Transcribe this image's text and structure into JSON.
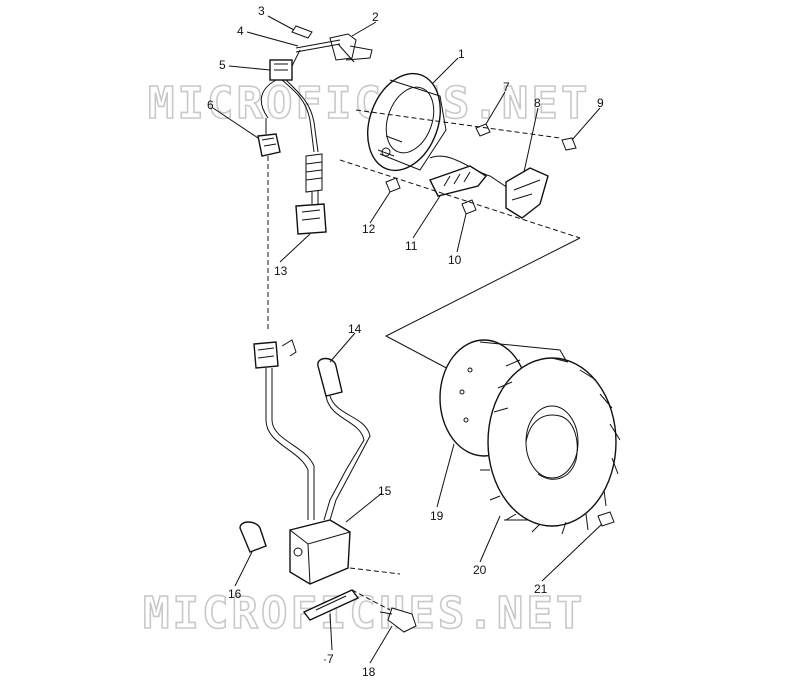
{
  "watermark": {
    "top": "MICROFICHES.NET",
    "bottom": "MICROFICHES.NET"
  },
  "callouts": [
    {
      "id": "1",
      "text": "1"
    },
    {
      "id": "2",
      "text": "2"
    },
    {
      "id": "3",
      "text": "3"
    },
    {
      "id": "4",
      "text": "4"
    },
    {
      "id": "5",
      "text": "5"
    },
    {
      "id": "6",
      "text": "6"
    },
    {
      "id": "7",
      "text": "7"
    },
    {
      "id": "8",
      "text": "8"
    },
    {
      "id": "9",
      "text": "9"
    },
    {
      "id": "10",
      "text": "10"
    },
    {
      "id": "11",
      "text": "11"
    },
    {
      "id": "12",
      "text": "12"
    },
    {
      "id": "13",
      "text": "13"
    },
    {
      "id": "14",
      "text": "14"
    },
    {
      "id": "15",
      "text": "15"
    },
    {
      "id": "16",
      "text": "16"
    },
    {
      "id": "17",
      "text": "·7"
    },
    {
      "id": "18",
      "text": "18"
    },
    {
      "id": "19",
      "text": "19"
    },
    {
      "id": "20",
      "text": "20"
    },
    {
      "id": "21",
      "text": "21"
    }
  ]
}
